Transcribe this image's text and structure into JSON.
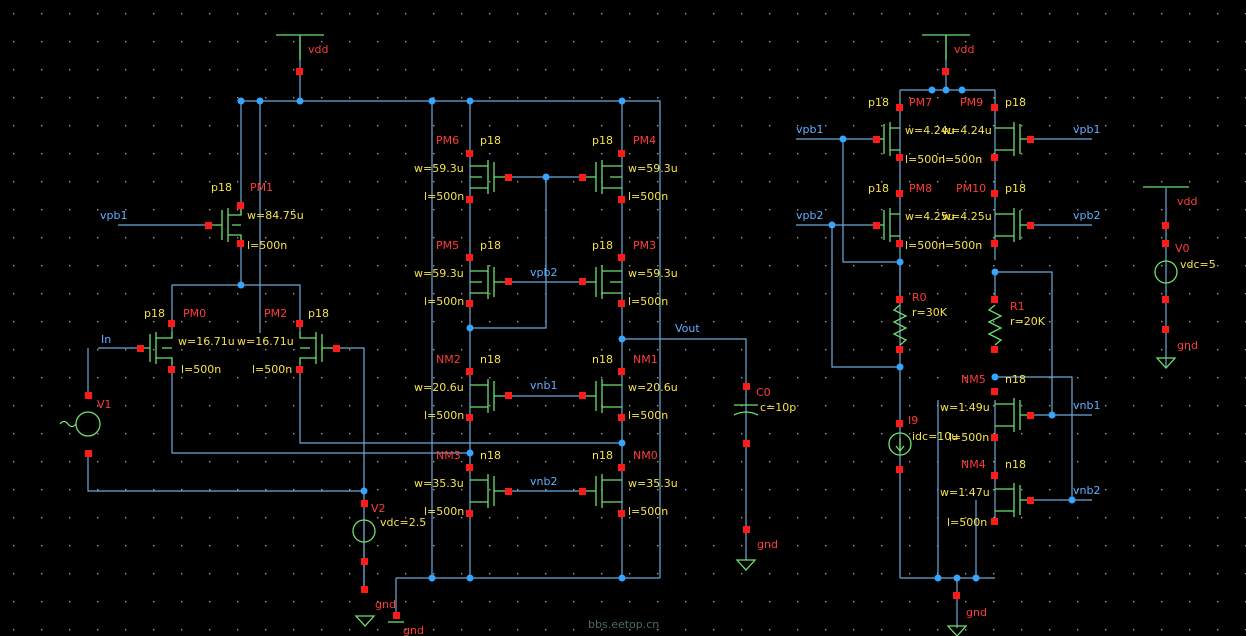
{
  "colors": {
    "background": "#000000",
    "wire": "#6aa9d8",
    "device": "#6ee06e",
    "pin": "#ff1a1a",
    "instance_label": "#ff3b3b",
    "param_label": "#f4e24a",
    "net_label": "#5fb0ff",
    "junction": "#35a6ff"
  },
  "supplies": {
    "vdd_left": "vdd",
    "vdd_right": "vdd",
    "vdd_v0": "vdd",
    "gnd_v2": "gnd",
    "gnd_bottom": "gnd",
    "gnd_c0": "gnd",
    "gnd_right": "gnd",
    "gnd_v0": "gnd"
  },
  "pm1": {
    "name": "PM1",
    "model": "p18",
    "w": "w=84.75u",
    "l": "l=500n",
    "gate_net": "vpb1"
  },
  "pm0": {
    "name": "PM0",
    "model": "p18",
    "w": "w=16.71u",
    "l": "l=500n",
    "gate_net": "In"
  },
  "pm2": {
    "name": "PM2",
    "model": "p18",
    "w": "w=16.71u",
    "l": "l=500n"
  },
  "v1": {
    "name": "V1"
  },
  "v2": {
    "name": "V2",
    "vdc": "vdc=2.5"
  },
  "pm6": {
    "name": "PM6",
    "model": "p18",
    "w": "w=59.3u",
    "l": "l=500n"
  },
  "pm4": {
    "name": "PM4",
    "model": "p18",
    "w": "w=59.3u",
    "l": "l=500n"
  },
  "pm5": {
    "name": "PM5",
    "model": "p18",
    "w": "w=59.3u",
    "l": "l=500n"
  },
  "pm3": {
    "name": "PM3",
    "model": "p18",
    "w": "w=59.3u",
    "l": "l=500n",
    "gate_net": "vpb2"
  },
  "nm2": {
    "name": "NM2",
    "model": "n18",
    "w": "w=20.6u",
    "l": "l=500n"
  },
  "nm1": {
    "name": "NM1",
    "model": "n18",
    "w": "w=20.6u",
    "l": "l=500n",
    "gate_net": "vnb1"
  },
  "nm3": {
    "name": "NM3",
    "model": "n18",
    "w": "w=35.3u",
    "l": "l=500n"
  },
  "nm0": {
    "name": "NM0",
    "model": "n18",
    "w": "w=35.3u",
    "l": "l=500n",
    "gate_net": "vnb2"
  },
  "vout": "Vout",
  "c0": {
    "name": "C0",
    "c": "c=10p"
  },
  "pm7": {
    "name": "PM7",
    "model": "p18",
    "w": "w=4.24u",
    "l": "l=500n"
  },
  "pm9": {
    "name": "PM9",
    "model": "p18",
    "w": "w=4.24u",
    "l": "l=500n"
  },
  "pm8": {
    "name": "PM8",
    "model": "p18",
    "w": "w=4.25u",
    "l": "l=500n"
  },
  "pm10": {
    "name": "PM10",
    "model": "p18",
    "w": "w=4.25u",
    "l": "l=500n"
  },
  "bias_nets": {
    "vpb1_left": "vpb1",
    "vpb1_right": "vpb1",
    "vpb2_left": "vpb2",
    "vpb2_right": "vpb2",
    "vnb1": "vnb1",
    "vnb2": "vnb2"
  },
  "r0": {
    "name": "R0",
    "r": "r=30K"
  },
  "r1": {
    "name": "R1",
    "r": "r=20K"
  },
  "nm5": {
    "name": "NM5",
    "model": "n18",
    "w": "w=1.49u",
    "l": "l=500n"
  },
  "nm4": {
    "name": "NM4",
    "model": "n18",
    "w": "w=1.47u",
    "l": "l=500n"
  },
  "i9": {
    "name": "I9",
    "idc": "idc=10u"
  },
  "v0": {
    "name": "V0",
    "vdc": "vdc=5"
  },
  "watermark": "bbs.eetop.cn"
}
